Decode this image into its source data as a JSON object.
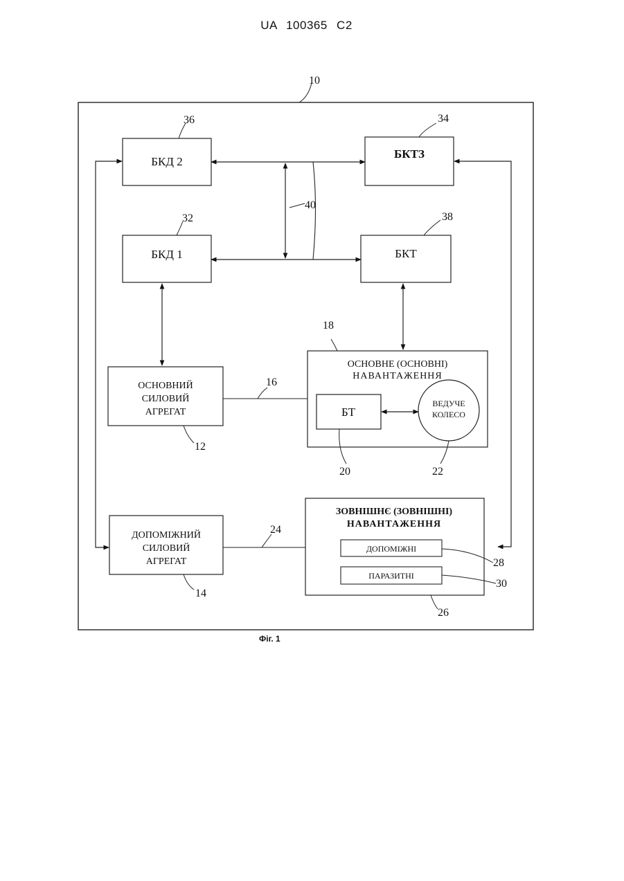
{
  "header": {
    "doc_number": "UA  100365  C2"
  },
  "caption": {
    "figure": "Фіг. 1"
  },
  "blocks": {
    "bkd2": "БКД 2",
    "bktz": "БКТЗ",
    "bkd1": "БКД 1",
    "bkt": "БКТ",
    "main_unit": [
      "ОСНОВНИЙ",
      "СИЛОВИЙ",
      "АГРЕГАТ"
    ],
    "main_load": [
      "ОСНОВНЕ (ОСНОВНІ)",
      "НАВАНТАЖЕННЯ"
    ],
    "bt": "БТ",
    "wheel": [
      "ВЕДУЧЕ",
      "КОЛЕСО"
    ],
    "aux_unit": [
      "ДОПОМІЖНИЙ",
      "СИЛОВИЙ",
      "АГРЕГАТ"
    ],
    "ext_load": [
      "ЗОВНІШНЄ (ЗОВНІШНІ)",
      "НАВАНТАЖЕННЯ"
    ],
    "auxiliary": "ДОПОМІЖНІ",
    "parasitic": "ПАРАЗИТНІ"
  },
  "refs": {
    "system": "10",
    "bkd2": "36",
    "bktz": "34",
    "bus": "40",
    "bkd1": "32",
    "bkt": "38",
    "main_load": "18",
    "main_link": "16",
    "main_unit": "12",
    "bt": "20",
    "wheel": "22",
    "aux_link": "24",
    "auxiliary": "28",
    "parasitic": "30",
    "aux_unit": "14",
    "ext_load": "26"
  }
}
